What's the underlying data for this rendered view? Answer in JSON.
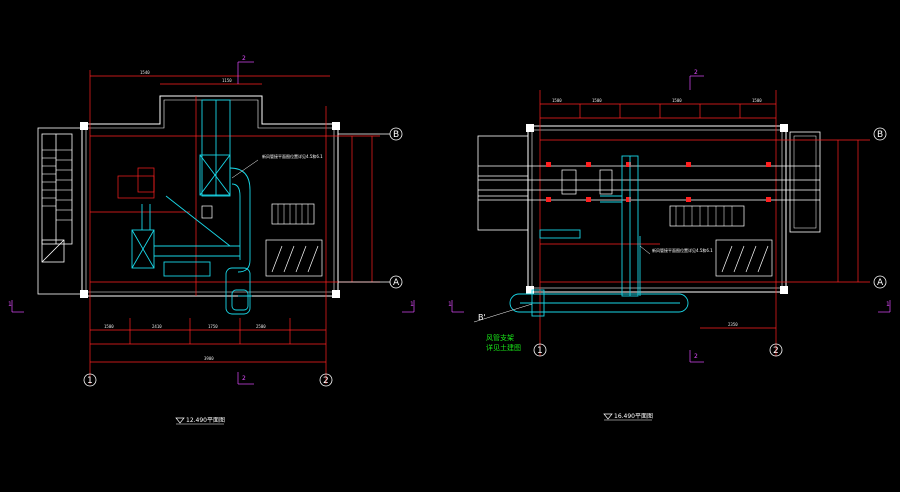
{
  "colors": {
    "background": "#000000",
    "wall": "#ffffff",
    "dimension": "#ff2020",
    "duct": "#19d6e6",
    "grid_axis": "#ff2020",
    "section_mark": "#e14cff",
    "annotation": "#19e619",
    "equipment": "#ffff33"
  },
  "plans": [
    {
      "title": "12.490平面图",
      "grid_axes": {
        "bottom": [
          "1",
          "2"
        ],
        "right": [
          "B",
          "A"
        ]
      },
      "section_marks": [
        "2",
        "2",
        "1",
        "1"
      ],
      "dims_top": [
        "1540",
        "1150"
      ],
      "dims_bottom": [
        "1500",
        "2410",
        "1750",
        "2500",
        "3900"
      ],
      "note": "新风管接平面图位置详见4.5和6.1"
    },
    {
      "title": "16.490平面图",
      "grid_axes": {
        "bottom": [
          "1",
          "2"
        ],
        "right": [
          "B",
          "A"
        ]
      },
      "section_marks": [
        "2",
        "2",
        "1",
        "1"
      ],
      "dims_top": [
        "1500",
        "1500",
        "1500",
        "1500"
      ],
      "dims_bottom": [
        "2350"
      ],
      "note": "新风管接平面图位置详见4.5和6.1",
      "callout_tag": "B'",
      "callout_lines": [
        "风管支架",
        "详见土建图"
      ]
    }
  ]
}
